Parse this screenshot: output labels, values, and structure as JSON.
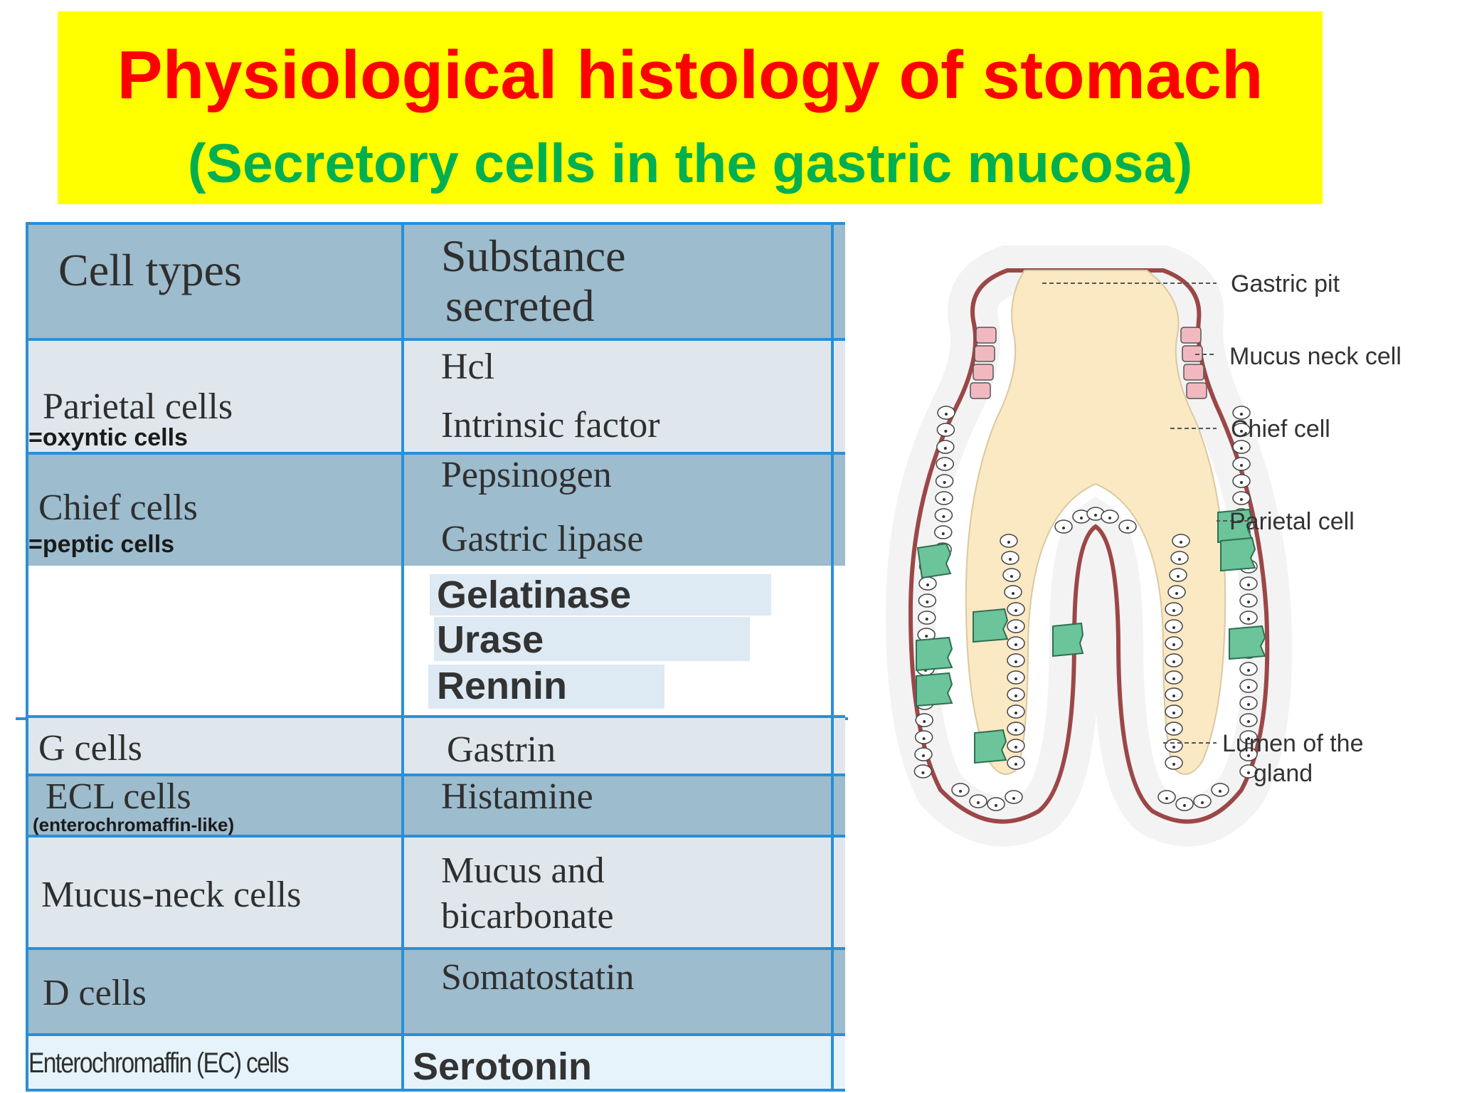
{
  "title": {
    "main": "Physiological histology of stomach",
    "subtitle": "(Secretory cells in the gastric mucosa)"
  },
  "table": {
    "headers": {
      "cell_types": "Cell types",
      "substance_line1": "Substance",
      "substance_line2": "secreted"
    },
    "rows": [
      {
        "cell": "Parietal cells",
        "note": "=oxyntic cells",
        "substances": [
          "Hcl",
          "Intrinsic factor"
        ]
      },
      {
        "cell": "Chief cells",
        "note": "=peptic cells",
        "substances": [
          "Pepsinogen",
          "Gastric lipase"
        ]
      },
      {
        "cell": "",
        "substances": [
          "Gelatinase",
          "Urase",
          "Rennin"
        ]
      },
      {
        "cell": "G cells",
        "substances": [
          "Gastrin"
        ]
      },
      {
        "cell": "ECL cells",
        "note": "(enterochromaffin-like)",
        "substances": [
          "Histamine"
        ]
      },
      {
        "cell": "Mucus-neck cells",
        "substances": [
          "Mucus and",
          "bicarbonate"
        ]
      },
      {
        "cell": "D cells",
        "substances": [
          "Somatostatin"
        ]
      },
      {
        "cell": "Enterochromaffin (EC) cells",
        "substances": [
          "Serotonin"
        ]
      }
    ]
  },
  "diagram": {
    "labels": {
      "gastric_pit": "Gastric pit",
      "mucus_neck_cell": "Mucus neck cell",
      "chief_cell": "Chief cell",
      "parietal_cell": "Parietal cell",
      "lumen_line1": "Lumen of the",
      "lumen_line2": "gland"
    },
    "colors": {
      "outline": "#8b1a1a",
      "lumen": "#fbe9c4",
      "mucus_cell": "#f2b8c0",
      "parietal_cell": "#6cc49a",
      "chief_cell": "#ffffff"
    }
  }
}
